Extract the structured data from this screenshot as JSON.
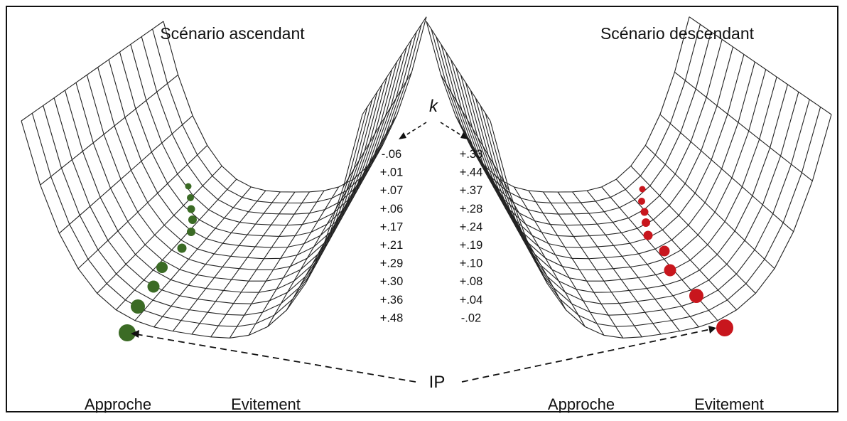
{
  "left_panel": {
    "title": "Scénario ascendant",
    "label_left": "Approche",
    "label_right": "Evitement",
    "ball_color": "#3b6b25",
    "k_values": [
      "-.06",
      "+.01",
      "+.07",
      "+.06",
      "+.17",
      "+.21",
      "+.29",
      "+.30",
      "+.36",
      "+.48"
    ]
  },
  "right_panel": {
    "title": "Scénario descendant",
    "label_left": "Approche",
    "label_right": "Evitement",
    "ball_color": "#c8161d",
    "k_values": [
      "+.33",
      "+.44",
      "+.37",
      "+.28",
      "+.24",
      "+.19",
      "+.10",
      "+.08",
      "+.04",
      "-.02"
    ]
  },
  "k_label": "k",
  "ip_label": "IP",
  "grid_color": "#222222"
}
